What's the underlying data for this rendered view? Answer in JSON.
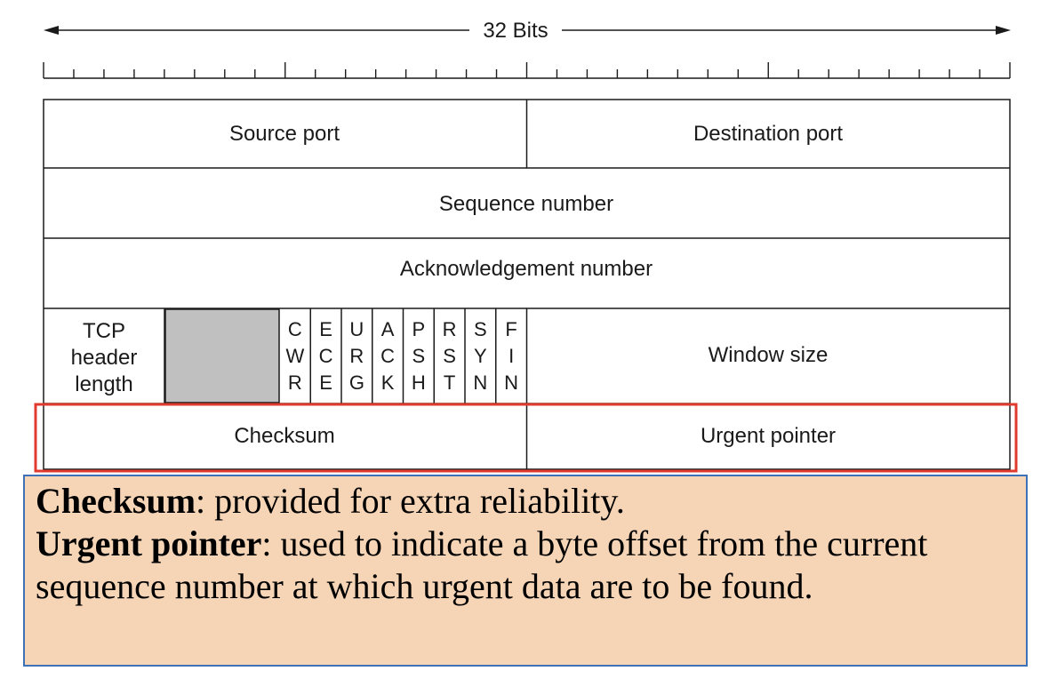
{
  "header": {
    "width_label": "32 Bits"
  },
  "fields": {
    "source_port": "Source port",
    "destination_port": "Destination port",
    "sequence_number": "Sequence number",
    "ack_number": "Acknowledgement number",
    "header_length": [
      "TCP",
      "header",
      "length"
    ],
    "window_size": "Window size",
    "checksum": "Checksum",
    "urgent_pointer": "Urgent pointer"
  },
  "flags": [
    [
      "C",
      "W",
      "R"
    ],
    [
      "E",
      "C",
      "E"
    ],
    [
      "U",
      "R",
      "G"
    ],
    [
      "A",
      "C",
      "K"
    ],
    [
      "P",
      "S",
      "H"
    ],
    [
      "R",
      "S",
      "T"
    ],
    [
      "S",
      "Y",
      "N"
    ],
    [
      "F",
      "I",
      "N"
    ]
  ],
  "highlight_color": "#e03a2f",
  "note": {
    "term1": "Checksum",
    "text1": ": provided for extra reliability.",
    "term2": "Urgent pointer",
    "text2": ": used to indicate a byte offset from the current sequence number at which urgent data are to be found."
  }
}
